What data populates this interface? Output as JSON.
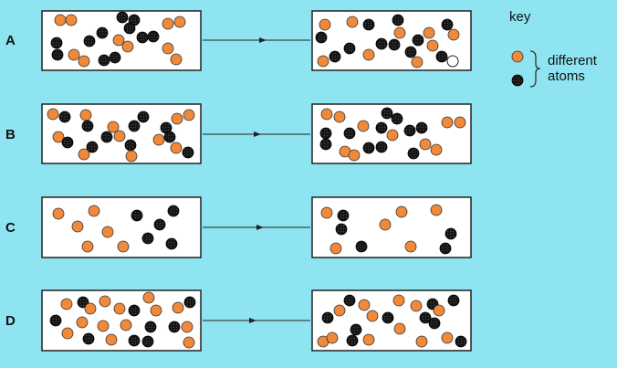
{
  "rows": [
    {
      "label": "A"
    },
    {
      "label": "B"
    },
    {
      "label": "C"
    },
    {
      "label": "D"
    }
  ],
  "key": {
    "title": "key",
    "line1": "different",
    "line2": "atoms"
  },
  "colors": {
    "background": "#8ee4f0",
    "orange_atom": "#f08a3a",
    "black_atom": "#151515",
    "white_atom": "#ffffff"
  }
}
